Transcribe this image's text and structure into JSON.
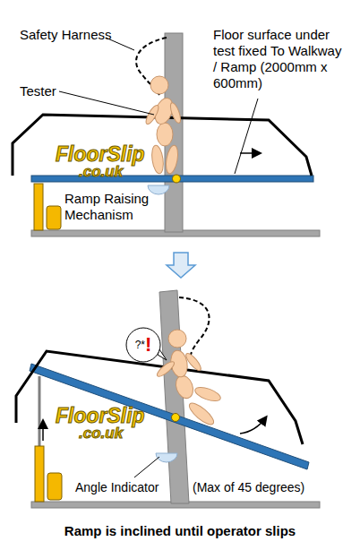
{
  "diagram": {
    "caption": "Ramp is inclined until operator slips",
    "nodes": [
      {
        "text": [
          "?*",
          "!"
        ]
      }
    ],
    "labels": [
      "Safety Harness",
      "Tester",
      "Floor surface under test fixed To Walkway / Ramp (2000mm x 600mm)",
      "FloorSlip",
      ".co.uk",
      "Ramp Raising Mechanism",
      "FloorSlip",
      ".co.uk",
      "Angle Indicator",
      "(Max of 45 degrees)"
    ]
  }
}
